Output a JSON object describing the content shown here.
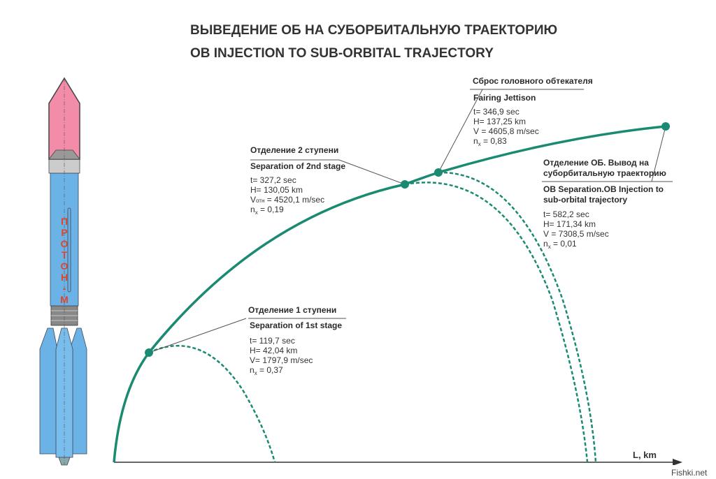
{
  "title": {
    "ru": "ВЫВЕДЕНИЕ ОБ НА СУБОРБИТАЛЬНУЮ ТРАЕКТОРИЮ",
    "en": "OB INJECTION TO SUB-ORBITAL TRAJECTORY"
  },
  "rocket": {
    "name_vertical": [
      "П",
      "Р",
      "О",
      "Т",
      "О",
      "Н",
      "-",
      "М"
    ]
  },
  "axis": {
    "label": "L, km"
  },
  "colors": {
    "trajectory": "#1a8a72",
    "fairing": "#f28ca8",
    "rocket_body": "#6bb3e6",
    "rocket_text": "#e0452a"
  },
  "events": {
    "stage1": {
      "heading_ru": "Отделение 1 ступени",
      "heading_en": "Separation of 1st stage",
      "t": "t= 119,7 sec",
      "h": "H= 42,04 km",
      "v": "V= 1797,9 m/sec",
      "n_prefix": "n",
      "n_sub": "x",
      "n_value": " = 0,37"
    },
    "stage2": {
      "heading_ru": "Отделение 2 ступени",
      "heading_en": "Separation of 2nd stage",
      "t": "t= 327,2 sec",
      "h": "H= 130,05 km",
      "v_prefix": "V",
      "v_sub": "отн",
      "v_value": " = 4520,1 m/sec",
      "n_prefix": "n",
      "n_sub": "x",
      "n_value": " = 0,19"
    },
    "fairing": {
      "heading_ru": "Сброс головного обтекателя",
      "heading_en": "Fairing Jettison",
      "t": "t= 346,9 sec",
      "h": "H= 137,25 km",
      "v": "V = 4605,8 m/sec",
      "n_prefix": "n",
      "n_sub": "x",
      "n_value": " = 0,83"
    },
    "ob": {
      "heading_ru_1": "Отделение ОБ. Вывод на",
      "heading_ru_2": "суборбитальную траекторию",
      "heading_en_1": "OB Separation.OB Injection to",
      "heading_en_2": "sub-orbital trajectory",
      "t": "t= 582,2 sec",
      "h": "H= 171,34 km",
      "v": "V = 7308,5 m/sec",
      "n_prefix": "n",
      "n_sub": "x",
      "n_value": " = 0,01"
    }
  },
  "watermark": "Fishki.net"
}
